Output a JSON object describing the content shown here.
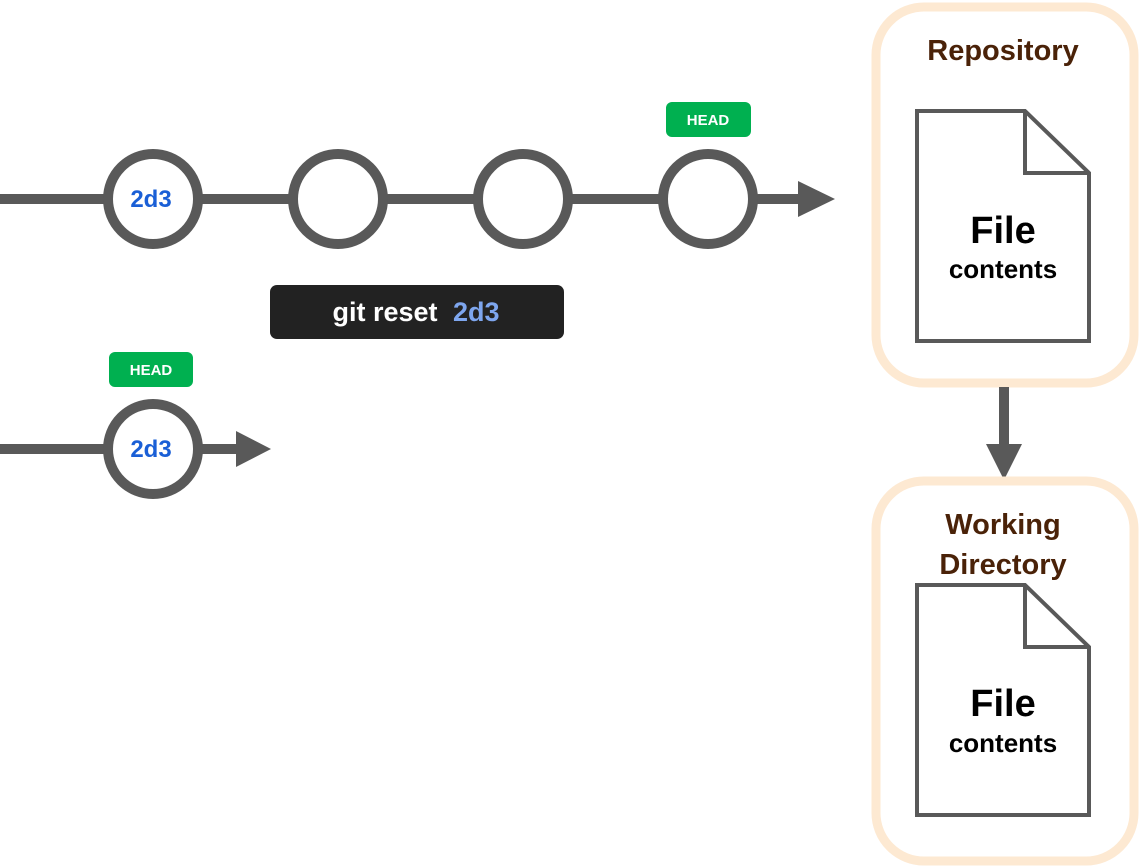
{
  "before": {
    "commits": [
      "2d3",
      "",
      "",
      ""
    ],
    "head_label": "HEAD"
  },
  "command": {
    "prefix": "git reset",
    "target": "2d3"
  },
  "after": {
    "commits": [
      "2d3"
    ],
    "head_label": "HEAD"
  },
  "repository": {
    "title": "Repository",
    "file_title": "File",
    "file_subtitle": "contents"
  },
  "working_directory": {
    "title_line1": "Working",
    "title_line2": "Directory",
    "file_title": "File",
    "file_subtitle": "contents"
  },
  "colors": {
    "line": "#595959",
    "commit_text": "#1a5fd6",
    "head_badge": "#00b050",
    "head_text": "#ffffff",
    "command_bg": "#222222",
    "command_text": "#ffffff",
    "command_target": "#7ea6ee",
    "panel_border": "#fde9d2",
    "panel_title": "#4a2208",
    "file_stroke": "#595959"
  }
}
